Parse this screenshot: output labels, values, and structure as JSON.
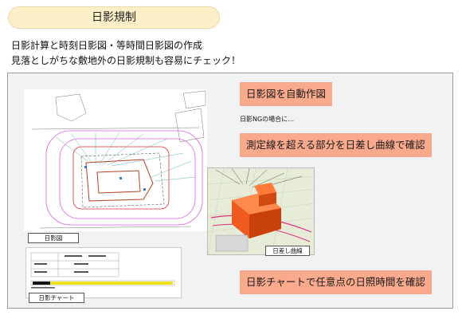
{
  "header": {
    "title": "日影規制"
  },
  "intro": {
    "line1": "日影計算と時刻日影図・等時間日影図の作成",
    "line2": "見落としがちな敷地外の日影規制も容易にチェック！"
  },
  "figures": {
    "plan_caption": "日影図",
    "view3d_caption": "日差し曲線",
    "chart_caption": "日影チャート"
  },
  "callouts": {
    "auto_draw": "日影図を自動作図",
    "ng_note": "日影NGの場合に…",
    "check_curve": "測定線を超える部分を日差し曲線で確認",
    "check_hours": "日影チャートで任意点の日照時間を確認"
  },
  "colors": {
    "title_bg": "#fdf0c8",
    "callout_bg": "#f9a98c",
    "panel_bg": "#f2f2f2"
  }
}
